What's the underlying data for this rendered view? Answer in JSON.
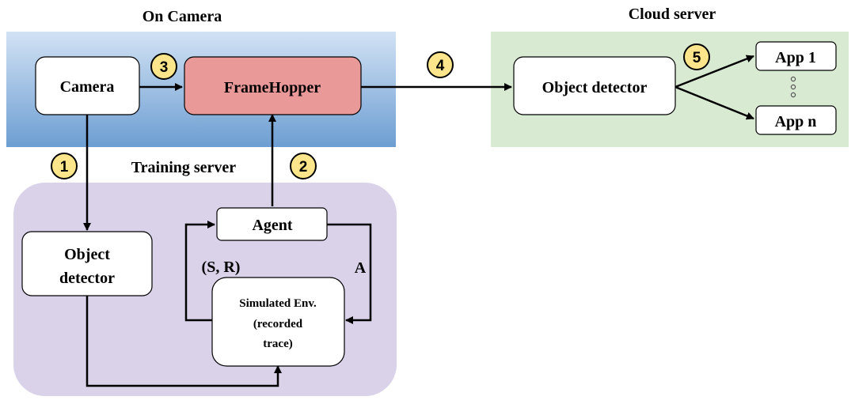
{
  "regions": {
    "camera_title": "On Camera",
    "cloud_title": "Cloud server",
    "training_title": "Training server"
  },
  "nodes": {
    "camera": "Camera",
    "framehopper": "FrameHopper",
    "object_detector_cloud": "Object detector",
    "app1": "App 1",
    "appn": "App n",
    "object_detector_train_line1": "Object",
    "object_detector_train_line2": "detector",
    "agent": "Agent",
    "sim_env_line1": "Simulated Env.",
    "sim_env_line2": "(recorded",
    "sim_env_line3": "trace)"
  },
  "edge_labels": {
    "state_reward": "(S, R)",
    "action": "A"
  },
  "steps": [
    "1",
    "2",
    "3",
    "4",
    "5"
  ],
  "colors": {
    "camera_region_top": "#cfe0f3",
    "camera_region_bottom": "#6f9fd1",
    "cloud_region": "#d9ead3",
    "training_region": "#d9d2e9",
    "framehopper_fill": "#ea9999",
    "step_badge_fill": "#fce58a",
    "step_badge_stroke": "#000000"
  }
}
